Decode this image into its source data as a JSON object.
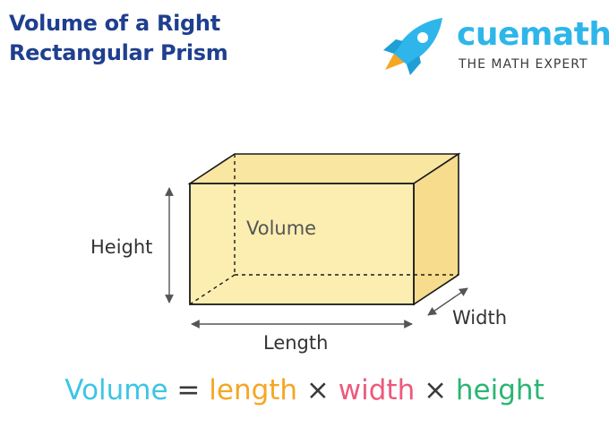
{
  "title": {
    "line1": "Volume of a Right",
    "line2": "Rectangular Prism"
  },
  "brand": {
    "name": "cuemath",
    "tagline": "THE MATH EXPERT",
    "logo_icon": "rocket-icon"
  },
  "diagram": {
    "volume_label": "Volume",
    "height_label": "Height",
    "length_label": "Length",
    "width_label": "Width",
    "fill_color": "#fcedaa",
    "side_color": "#f8df8e",
    "edge_color": "#1a1a1a"
  },
  "formula": {
    "lhs": "Volume",
    "eq": " = ",
    "length": "length",
    "times1": " × ",
    "width": "width",
    "times2": " × ",
    "height": "height",
    "colors": {
      "volume": "#3cc5e6",
      "length": "#f5a623",
      "width": "#ec5a7c",
      "height": "#2bb573"
    }
  }
}
